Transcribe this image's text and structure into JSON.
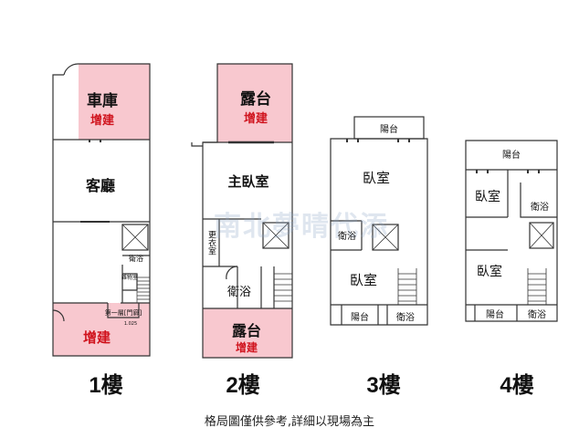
{
  "watermark": "南北夢晴代添",
  "caption": "格局圖僅供參考,詳細以現場為主",
  "colors": {
    "wall": "#333333",
    "pink": "#f8c8cf",
    "red": "#d0141e"
  },
  "floors": [
    {
      "floor_label": "1樓",
      "rooms": {
        "garage": "車庫",
        "garage_note": "增建",
        "living": "客廳",
        "bath": "衛浴",
        "small_room": "雜物室",
        "gate": "第一層[門廊]",
        "mark": "1.025",
        "front_note": "增建"
      }
    },
    {
      "floor_label": "2樓",
      "rooms": {
        "terrace_top": "露台",
        "terrace_top_note": "增建",
        "master": "主臥室",
        "closet": "更衣室",
        "bath": "衛浴",
        "terrace_bottom": "露台",
        "terrace_bottom_note": "增建"
      }
    },
    {
      "floor_label": "3樓",
      "rooms": {
        "balcony_top": "陽台",
        "bedroom_top": "臥室",
        "bath_side": "衛浴",
        "bedroom_bottom": "臥室",
        "balcony_bottom": "陽台",
        "bath_bottom": "衛浴"
      }
    },
    {
      "floor_label": "4樓",
      "rooms": {
        "balcony_top": "陽台",
        "bedroom_top": "臥室",
        "bath_side": "衛浴",
        "bedroom_bottom": "臥室",
        "balcony_bottom": "陽台",
        "bath_bottom": "衛浴"
      }
    }
  ]
}
